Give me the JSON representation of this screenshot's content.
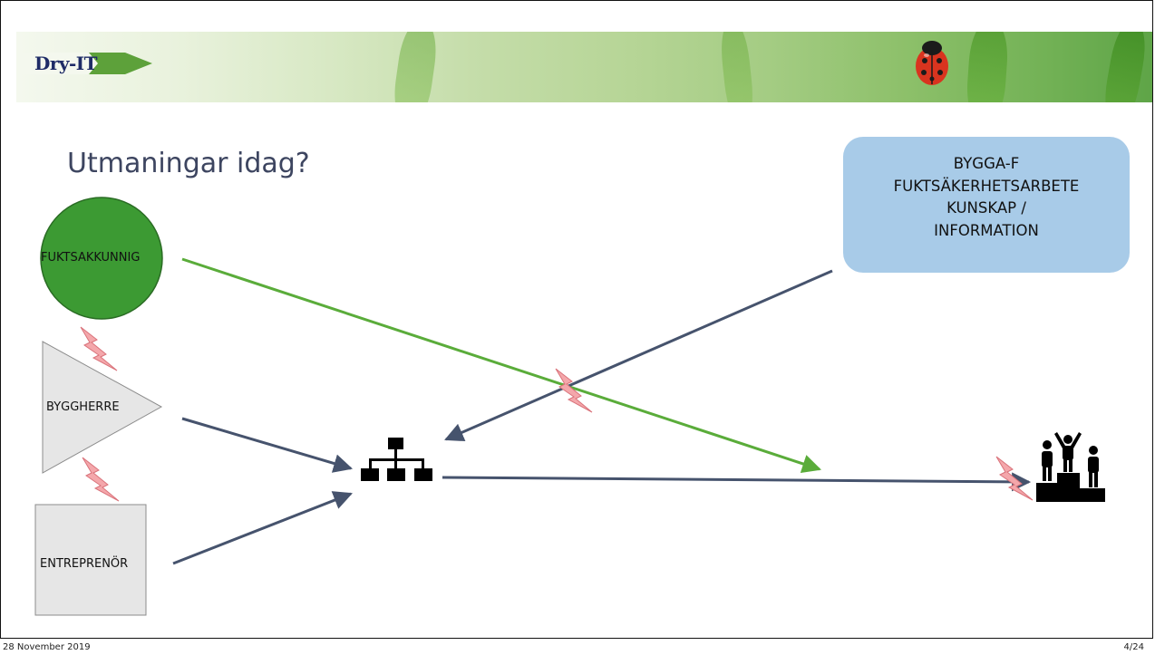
{
  "slide": {
    "title": "Utmaningar idag?",
    "logo_text": "Dry-IT"
  },
  "info_box": {
    "lines": [
      "BYGGA-F",
      "FUKTSÄKERHETSARBETE",
      "KUNSKAP /",
      "INFORMATION"
    ]
  },
  "nodes": {
    "fuktsakkunnig": "FUKTSAKKUNNIG",
    "byggherre": "BYGGHERRE",
    "entreprenor": "ENTREPRENÖR"
  },
  "icons": {
    "org": "org-chart-icon",
    "podium": "podium-icon",
    "conflict": "lightning-icon",
    "ladybug": "ladybug-icon"
  },
  "colors": {
    "green_node": "#3c9a33",
    "green_arrow": "#5aac3a",
    "dark_arrow": "#46536d",
    "info_box": "#a8cbe8",
    "lightning": "#f4a7ab",
    "logo_text": "#1e2b66"
  },
  "footer": {
    "date": "28 November 2019",
    "page": "4/24"
  }
}
